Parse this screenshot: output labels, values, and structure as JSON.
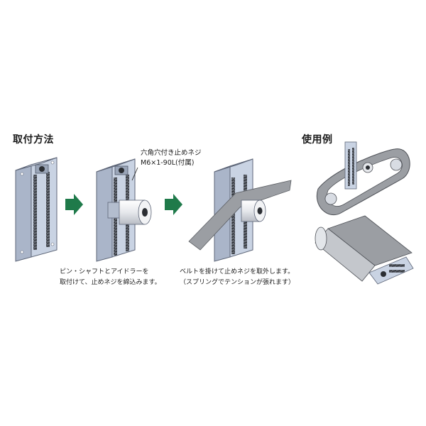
{
  "headings": {
    "method": "取付方法",
    "usage": "使用例"
  },
  "callout": {
    "line1": "六角穴付き止めネジ",
    "line2": "M6×1-90L(付属)"
  },
  "captions": {
    "step1_line1": "ピン・シャフトとアイドラーを",
    "step1_line2": "取付けて、止めネジを締込みます。",
    "step2_line1": "ベルトを掛けて止めネジを取外します。",
    "step2_line2": "（スプリングでテンションが張れます）"
  },
  "colors": {
    "bracket": "#c9d3e3",
    "bracket_dark": "#8f9ab0",
    "spring": "#555a63",
    "arrow": "#1f7a4a",
    "belt": "#9b9ea3"
  }
}
